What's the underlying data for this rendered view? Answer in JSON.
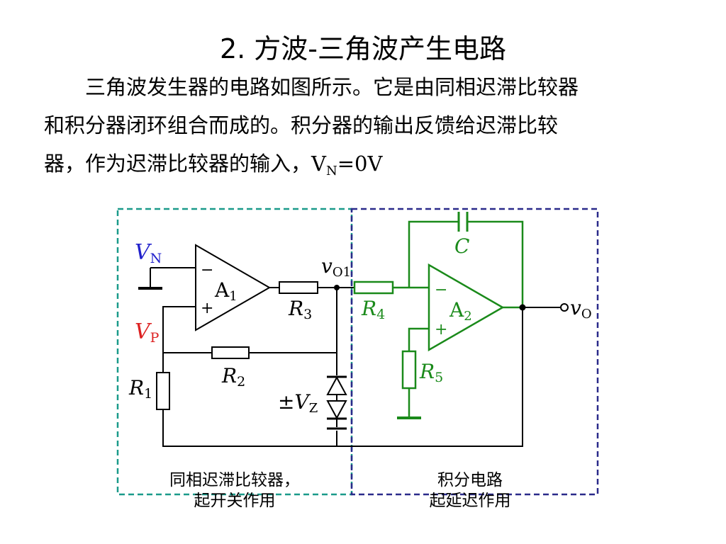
{
  "slide": {
    "title": "2. 方波-三角波产生电路",
    "paragraph_lines": [
      "三角波发生器的电路如图所示。它是由同相迟滞比较器",
      "和积分器闭环组合而成的。积分器的输出反馈给迟滞比较",
      "器，作为迟滞比较器的输入，"
    ],
    "formula": {
      "base": "V",
      "sub": "N",
      "rest": "=0V"
    }
  },
  "circuit": {
    "labels": {
      "vn_base": "V",
      "vn_sub": "N",
      "vp_base": "V",
      "vp_sub": "P",
      "a1_base": "A",
      "a1_sub": "1",
      "a2_base": "A",
      "a2_sub": "2",
      "r1_base": "R",
      "r1_sub": "1",
      "r2_base": "R",
      "r2_sub": "2",
      "r3_base": "R",
      "r3_sub": "3",
      "r4_base": "R",
      "r4_sub": "4",
      "r5_base": "R",
      "r5_sub": "5",
      "c": "C",
      "vz_prefix": "±",
      "vz_base": "V",
      "vz_sub": "Z",
      "vo1_base": "v",
      "vo1_sub": "O1",
      "vo_base": "v",
      "vo_sub": "O",
      "minus": "−",
      "plus": "+"
    },
    "captions": {
      "comparator_line1": "同相迟滞比较器，",
      "comparator_line2": "起开关作用",
      "integrator_line1": "积分电路",
      "integrator_line2": "起延迟作用"
    },
    "colors": {
      "wire": "#000000",
      "integrator": "#1a8a1a",
      "vn_label": "#2222cc",
      "vp_label": "#dd2222",
      "comparator_box": "#1a9a8a",
      "integrator_box": "#2a2a8a"
    }
  }
}
